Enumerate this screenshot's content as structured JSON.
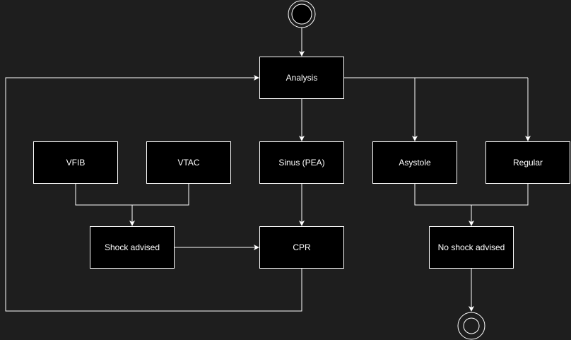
{
  "diagram": {
    "nodes": {
      "analysis": "Analysis",
      "vfib": "VFIB",
      "vtac": "VTAC",
      "sinus_pea": "Sinus (PEA)",
      "asystole": "Asystole",
      "regular": "Regular",
      "shock_advised": "Shock advised",
      "cpr": "CPR",
      "no_shock_advised": "No shock advised"
    },
    "edges": [
      {
        "from": "start",
        "to": "analysis"
      },
      {
        "from": "analysis",
        "to": "sinus_pea"
      },
      {
        "from": "analysis",
        "to": "asystole"
      },
      {
        "from": "analysis",
        "to": "regular"
      },
      {
        "from": "vfib",
        "to": "shock_advised"
      },
      {
        "from": "vtac",
        "to": "shock_advised"
      },
      {
        "from": "sinus_pea",
        "to": "cpr"
      },
      {
        "from": "shock_advised",
        "to": "cpr"
      },
      {
        "from": "asystole",
        "to": "no_shock_advised"
      },
      {
        "from": "regular",
        "to": "no_shock_advised"
      },
      {
        "from": "cpr",
        "to": "analysis"
      },
      {
        "from": "no_shock_advised",
        "to": "end"
      }
    ],
    "colors": {
      "background": "#1e1e1e",
      "node_fill": "#000000",
      "stroke": "#ffffff"
    }
  }
}
